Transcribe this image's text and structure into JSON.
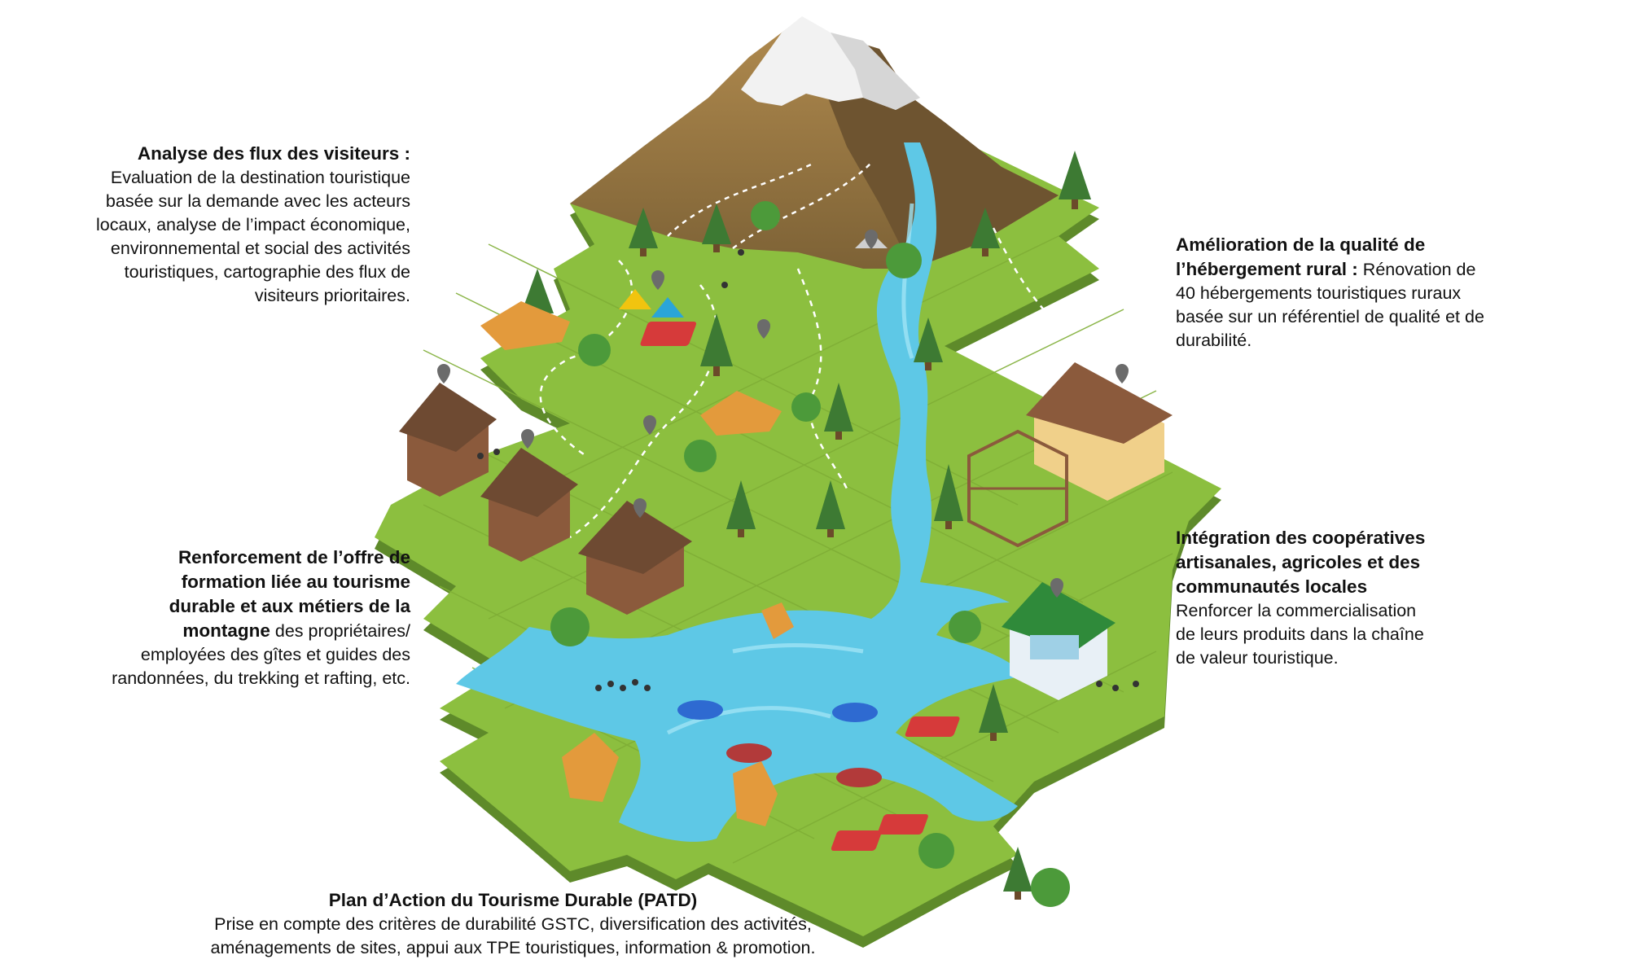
{
  "callouts": {
    "visitors": {
      "title": "Analyse des flux des visiteurs :",
      "lines": [
        "Evaluation de la destination touristique",
        "basée sur la demande avec les acteurs",
        "locaux, analyse de l’impact économique,",
        "environnemental et social des activités",
        "touristiques, cartographie des flux de",
        "visiteurs prioritaires."
      ]
    },
    "training": {
      "title_lines": [
        "Renforcement de l’offre de",
        "formation liée au tourisme",
        "durable et aux métiers de la",
        "montagne"
      ],
      "title_tail": " des propriétaires/",
      "lines": [
        "employées des gîtes et guides des",
        "randonnées, du trekking et rafting, etc."
      ]
    },
    "lodging": {
      "title_lines": [
        "Amélioration de la qualité de",
        "l’hébergement rural :"
      ],
      "title_tail": " Rénovation de",
      "lines": [
        "40 hébergements touristiques ruraux",
        "basée sur un référentiel de qualité et de",
        "durabilité."
      ]
    },
    "cooperatives": {
      "title_lines": [
        "Intégration des coopératives",
        "artisanales, agricoles et des",
        "communautés locales"
      ],
      "lines": [
        "Renforcer la commercialisation",
        "de leurs produits dans la chaîne",
        "de valeur touristique."
      ]
    },
    "patd": {
      "title": "Plan d’Action du Tourisme Durable (PATD)",
      "lines": [
        "Prise en compte des critères de durabilité GSTC, diversification des activités,",
        "aménagements de sites, appui aux TPE touristiques, information & promotion."
      ]
    }
  },
  "colors": {
    "grass_top": "#8cbf3f",
    "grass_side": "#5e8a2a",
    "soil_side": "#7a5a2a",
    "water": "#5ec8e6",
    "mountain": "#9a7b45",
    "snow": "#f2f2f2",
    "tree": "#3d7a33",
    "house": "#8b5a3c",
    "roof": "#6e4a32",
    "coop_roof": "#2f8a3a",
    "coop_wall": "#e8f0f6",
    "raft_blue": "#2e6ad1",
    "raft_red": "#b23a3a",
    "pin": "#6b6b6b"
  },
  "icons": [
    "mountain-icon",
    "river-icon",
    "tree-icon",
    "house-icon",
    "tent-icon",
    "raft-icon",
    "location-pin-icon",
    "flower-field-icon",
    "rock-icon",
    "person-icon"
  ]
}
